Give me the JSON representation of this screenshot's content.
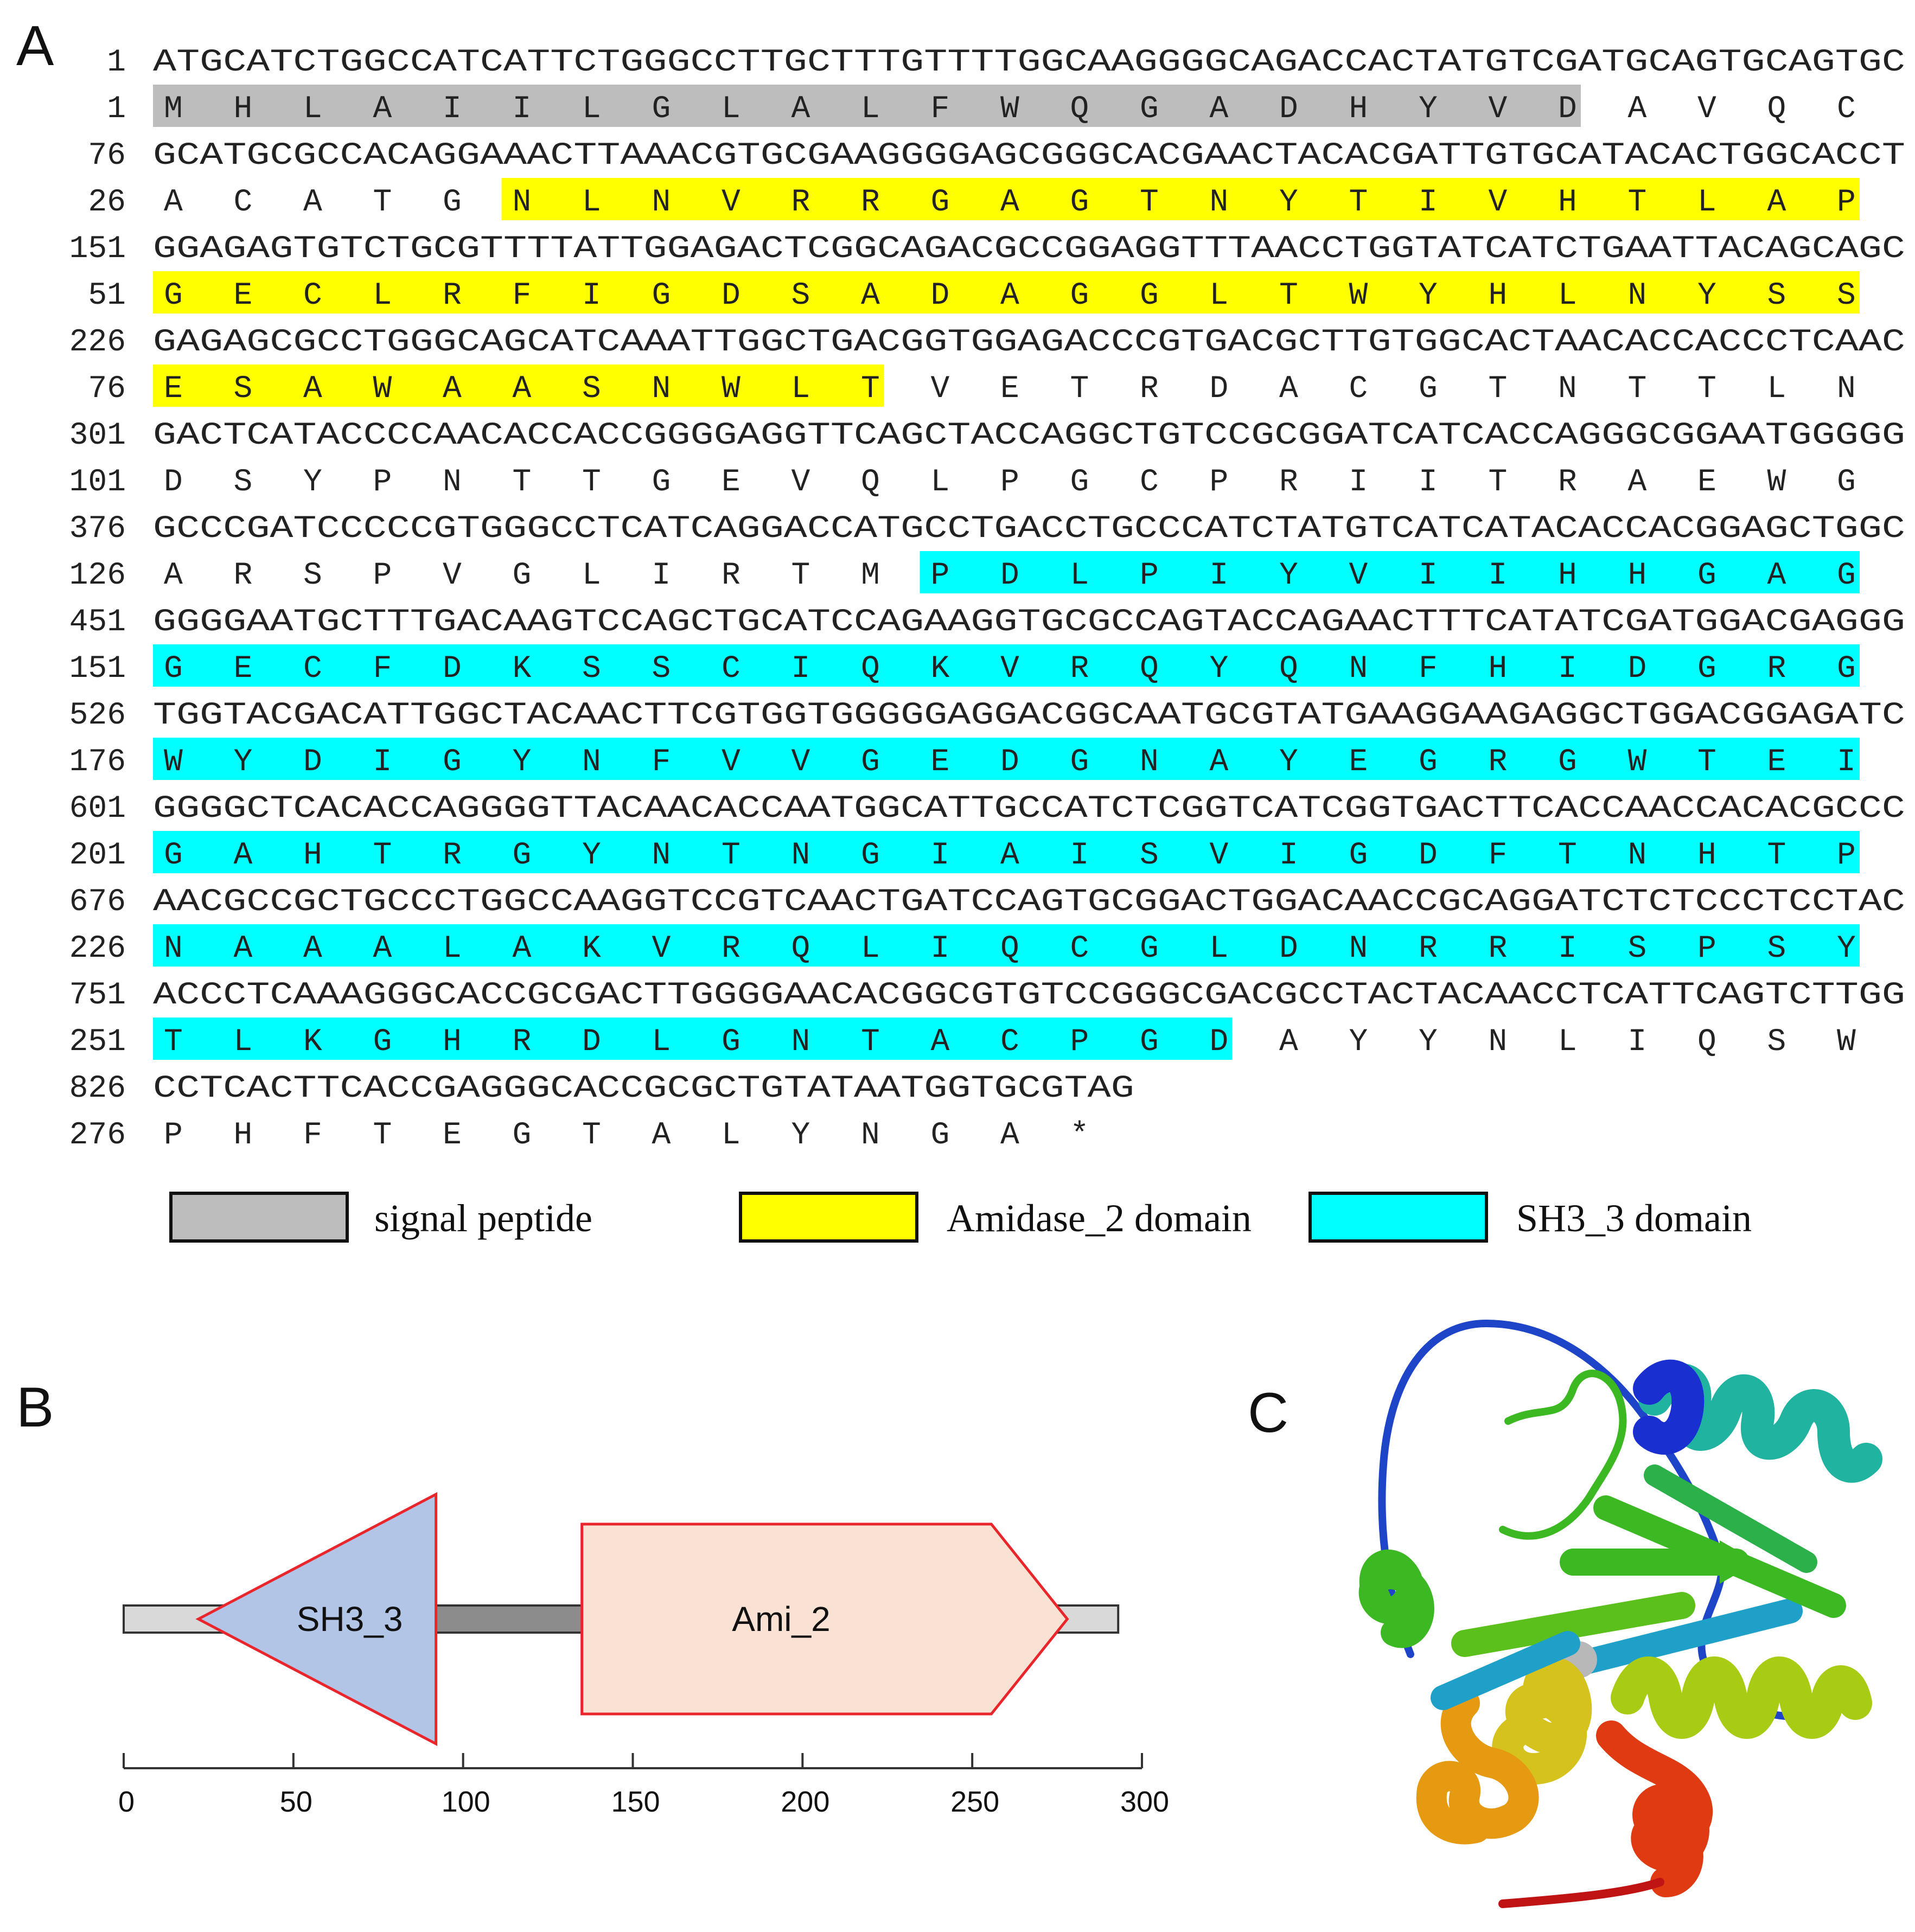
{
  "panels": {
    "a": "A",
    "b": "B",
    "c": "C"
  },
  "colors": {
    "signal_peptide": "#bdbdbd",
    "amidase_2": "#ffff00",
    "sh3_3": "#00ffff",
    "sh3_shape_fill": "#b3c5e6",
    "ami_shape_fill": "#f9e1d3",
    "shape_outline": "#e8262b",
    "backbone_light": "#d9d9d9",
    "backbone_dark": "#8c8c8c"
  },
  "sequence": {
    "rows": [
      {
        "nt_start": "1",
        "nt": "ATGCATCTGGCCATCATTCTGGGCCTTGCTTTGTTTTGGCAAGGGGCAGACCACTATGTCGATGCAGTGCAGTGC",
        "aa_start": "1",
        "aa": "MHLAIILGLALFWQGADHYVDAVQC",
        "spans": [
          {
            "type": "signal_peptide",
            "from": 0,
            "to": 21
          }
        ]
      },
      {
        "nt_start": "76",
        "nt": "GCATGCGCCACAGGAAACTTAAACGTGCGAAGGGGAGCGGGCACGAACTACACGATTGTGCATACACTGGCACCT",
        "aa_start": "26",
        "aa": "ACATGNLNVRRGAGTNYTIVHTLAP",
        "spans": [
          {
            "type": "amidase_2",
            "from": 5,
            "to": 25
          }
        ]
      },
      {
        "nt_start": "151",
        "nt": "GGAGAGTGTCTGCGTTTTATTGGAGACTCGGCAGACGCCGGAGGTTTAACCTGGTATCATCTGAATTACAGCAGC",
        "aa_start": "51",
        "aa": "GECLRFIGDSADAGGLTWYHLNYSS",
        "spans": [
          {
            "type": "amidase_2",
            "from": 0,
            "to": 25
          }
        ]
      },
      {
        "nt_start": "226",
        "nt": "GAGAGCGCCTGGGCAGCATCAAATTGGCTGACGGTGGAGACCCGTGACGCTTGTGGCACTAACACCACCCTCAAC",
        "aa_start": "76",
        "aa": "ESAWAASNWLTVETRDACGTNTTLN",
        "spans": [
          {
            "type": "amidase_2",
            "from": 0,
            "to": 11
          }
        ]
      },
      {
        "nt_start": "301",
        "nt": "GACTCATACCCCAACACCACCGGGGAGGTTCAGCTACCAGGCTGTCCGCGGATCATCACCAGGGCGGAATGGGGG",
        "aa_start": "101",
        "aa": "DSYPNTTGEVQLPGCPRIITRAEWG",
        "spans": []
      },
      {
        "nt_start": "376",
        "nt": "GCCCGATCCCCCGTGGGCCTCATCAGGACCATGCCTGACCTGCCCATCTATGTCATCATACACCACGGAGCTGGC",
        "aa_start": "126",
        "aa": "ARSPVGLIRTMPDLPIYVIIHHGAG",
        "spans": [
          {
            "type": "sh3_3",
            "from": 11,
            "to": 25
          }
        ]
      },
      {
        "nt_start": "451",
        "nt": "GGGGAATGCTTTGACAAGTCCAGCTGCATCCAGAAGGTGCGCCAGTACCAGAACTTTCATATCGATGGACGAGGG",
        "aa_start": "151",
        "aa": "GECFDKSSCIQKVRQYQNFHIDGRG",
        "spans": [
          {
            "type": "sh3_3",
            "from": 0,
            "to": 25
          }
        ]
      },
      {
        "nt_start": "526",
        "nt": "TGGTACGACATTGGCTACAACTTCGTGGTGGGGGAGGACGGCAATGCGTATGAAGGAAGAGGCTGGACGGAGATC",
        "aa_start": "176",
        "aa": "WYDIGYNFVVGEDGNAYEGRGWTEI",
        "spans": [
          {
            "type": "sh3_3",
            "from": 0,
            "to": 25
          }
        ]
      },
      {
        "nt_start": "601",
        "nt": "GGGGCTCACACCAGGGGTTACAACACCAATGGCATTGCCATCTCGGTCATCGGTGACTTCACCAACCACACGCCC",
        "aa_start": "201",
        "aa": "GAHTRGYNTNGIAISVIGDFTNHTP",
        "spans": [
          {
            "type": "sh3_3",
            "from": 0,
            "to": 25
          }
        ]
      },
      {
        "nt_start": "676",
        "nt": "AACGCCGCTGCCCTGGCCAAGGTCCGTCAACTGATCCAGTGCGGACTGGACAACCGCAGGATCTCTCCCTCCTAC",
        "aa_start": "226",
        "aa": "NAAALAKVRQLIQCGLDNRRISPSY",
        "spans": [
          {
            "type": "sh3_3",
            "from": 0,
            "to": 25
          }
        ]
      },
      {
        "nt_start": "751",
        "nt": "ACCCTCAAAGGGCACCGCGACTTGGGGAACACGGCGTGTCCGGGCGACGCCTACTACAACCTCATTCAGTCTTGG",
        "aa_start": "251",
        "aa": "TLKGHRDLGNTACPGDAYYNLIQSW",
        "spans": [
          {
            "type": "sh3_3",
            "from": 0,
            "to": 16
          }
        ]
      },
      {
        "nt_start": "826",
        "nt": "CCTCACTTCACCGAGGGCACCGCGCTGTATAATGGTGCGTAG",
        "aa_start": "276",
        "aa": "PHFTEGTALYNGA*",
        "spans": []
      }
    ]
  },
  "legend": [
    {
      "key": "signal_peptide",
      "label": "signal peptide"
    },
    {
      "key": "amidase_2",
      "label": "Amidase_2 domain"
    },
    {
      "key": "sh3_3",
      "label": "SH3_3 domain"
    }
  ],
  "domain_map": {
    "axis_min": 0,
    "axis_max": 300,
    "ticks": [
      "0",
      "50",
      "100",
      "150",
      "200",
      "250",
      "300"
    ],
    "protein_length": 293,
    "dark_segment": [
      92,
      135
    ],
    "domains": [
      {
        "label": "SH3_3",
        "start": 22,
        "end": 92,
        "direction": "left",
        "shape": "triangle"
      },
      {
        "label": "Ami_2",
        "start": 135,
        "end": 278,
        "direction": "right",
        "shape": "pentagon"
      }
    ]
  },
  "structure": {
    "description_colors": [
      "#1a2fd0",
      "#1fa0c8",
      "#1fb3a0",
      "#3cb823",
      "#8ccc14",
      "#d6c21c",
      "#e59a12",
      "#e03a12",
      "#c01414"
    ]
  }
}
